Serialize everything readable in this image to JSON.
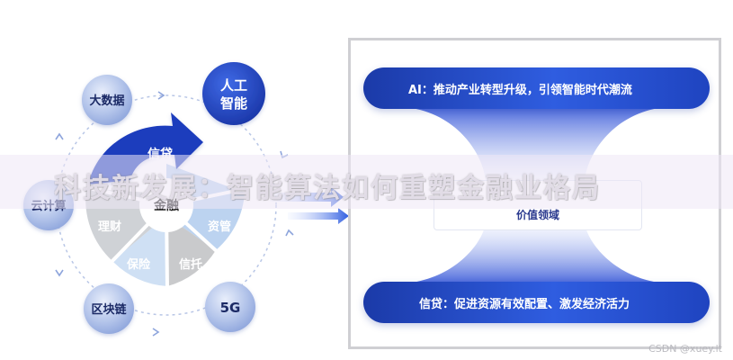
{
  "diagram": {
    "center_label": "金融",
    "active_segment_label": "信贷",
    "segments": [
      {
        "label": "资管",
        "color": "#bcd3f0"
      },
      {
        "label": "信托",
        "color": "#c9cacc"
      },
      {
        "label": "保险",
        "color": "#cfe0f4"
      },
      {
        "label": "理财",
        "color": "#cfd2d6"
      }
    ],
    "active_color": "#1f3dbd",
    "orbit_nodes": [
      {
        "id": "ai",
        "label_lines": [
          "人工",
          "智能"
        ],
        "style": "dark"
      },
      {
        "id": "bigdata",
        "label_lines": [
          "大数据"
        ],
        "style": "light"
      },
      {
        "id": "cloud",
        "label_lines": [
          "云计算"
        ],
        "style": "light"
      },
      {
        "id": "blockchain",
        "label_lines": [
          "区块链"
        ],
        "style": "light"
      },
      {
        "id": "5g",
        "label_lines": [
          "5G"
        ],
        "style": "light"
      }
    ]
  },
  "panel": {
    "top_pill": "AI：推动产业转型升级，引领智能时代潮流",
    "bottom_pill": "信贷：促进资源有效配置、激发经济活力",
    "center_text": "价值领域"
  },
  "title": "科技新发展：智能算法如何重塑金融业格局",
  "watermark": "CSDN @xuey.lt"
}
